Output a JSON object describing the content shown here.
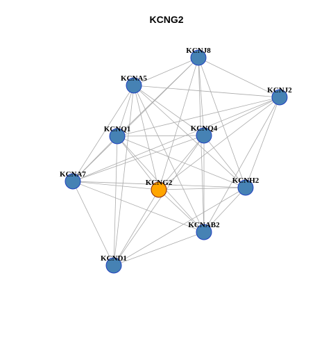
{
  "graph": {
    "title": "KCNG2",
    "edge_color": "#aaaaaa",
    "node_fill": "#4682b4",
    "node_stroke": "#1f3fbf",
    "center_fill": "#ffa500",
    "center_stroke": "#8b2500",
    "nodes": [
      {
        "id": "KCNJ8",
        "label": "KCNJ8",
        "center": false
      },
      {
        "id": "KCNA5",
        "label": "KCNA5",
        "center": false
      },
      {
        "id": "KCNJ2",
        "label": "KCNJ2",
        "center": false
      },
      {
        "id": "KCNQ1",
        "label": "KCNQ1",
        "center": false
      },
      {
        "id": "KCNQ4",
        "label": "KCNQ4",
        "center": false
      },
      {
        "id": "KCNA7",
        "label": "KCNA7",
        "center": false
      },
      {
        "id": "KCNG2",
        "label": "KCNG2",
        "center": true
      },
      {
        "id": "KCNH2",
        "label": "KCNH2",
        "center": false
      },
      {
        "id": "KCNAB2",
        "label": "KCNAB2",
        "center": false
      },
      {
        "id": "KCND1",
        "label": "KCND1",
        "center": false
      }
    ],
    "edges": [
      [
        "KCNJ8",
        "KCNA5"
      ],
      [
        "KCNJ8",
        "KCNJ2"
      ],
      [
        "KCNJ8",
        "KCNQ1"
      ],
      [
        "KCNJ8",
        "KCNQ4"
      ],
      [
        "KCNJ8",
        "KCNA7"
      ],
      [
        "KCNJ8",
        "KCNG2"
      ],
      [
        "KCNJ8",
        "KCNH2"
      ],
      [
        "KCNJ8",
        "KCNAB2"
      ],
      [
        "KCNA5",
        "KCNJ2"
      ],
      [
        "KCNA5",
        "KCNQ1"
      ],
      [
        "KCNA5",
        "KCNQ4"
      ],
      [
        "KCNA5",
        "KCNA7"
      ],
      [
        "KCNA5",
        "KCNG2"
      ],
      [
        "KCNA5",
        "KCNH2"
      ],
      [
        "KCNA5",
        "KCNAB2"
      ],
      [
        "KCNA5",
        "KCND1"
      ],
      [
        "KCNJ2",
        "KCNQ1"
      ],
      [
        "KCNJ2",
        "KCNQ4"
      ],
      [
        "KCNJ2",
        "KCNA7"
      ],
      [
        "KCNJ2",
        "KCNG2"
      ],
      [
        "KCNJ2",
        "KCNH2"
      ],
      [
        "KCNJ2",
        "KCNAB2"
      ],
      [
        "KCNQ1",
        "KCNQ4"
      ],
      [
        "KCNQ1",
        "KCNA7"
      ],
      [
        "KCNQ1",
        "KCNG2"
      ],
      [
        "KCNQ1",
        "KCNH2"
      ],
      [
        "KCNQ1",
        "KCNAB2"
      ],
      [
        "KCNQ1",
        "KCND1"
      ],
      [
        "KCNQ4",
        "KCNA7"
      ],
      [
        "KCNQ4",
        "KCNG2"
      ],
      [
        "KCNQ4",
        "KCNH2"
      ],
      [
        "KCNQ4",
        "KCNAB2"
      ],
      [
        "KCNQ4",
        "KCND1"
      ],
      [
        "KCNA7",
        "KCNG2"
      ],
      [
        "KCNA7",
        "KCNH2"
      ],
      [
        "KCNA7",
        "KCNAB2"
      ],
      [
        "KCNA7",
        "KCND1"
      ],
      [
        "KCNG2",
        "KCNH2"
      ],
      [
        "KCNG2",
        "KCNAB2"
      ],
      [
        "KCNG2",
        "KCND1"
      ],
      [
        "KCNH2",
        "KCNAB2"
      ],
      [
        "KCNH2",
        "KCND1"
      ],
      [
        "KCNAB2",
        "KCND1"
      ]
    ]
  }
}
